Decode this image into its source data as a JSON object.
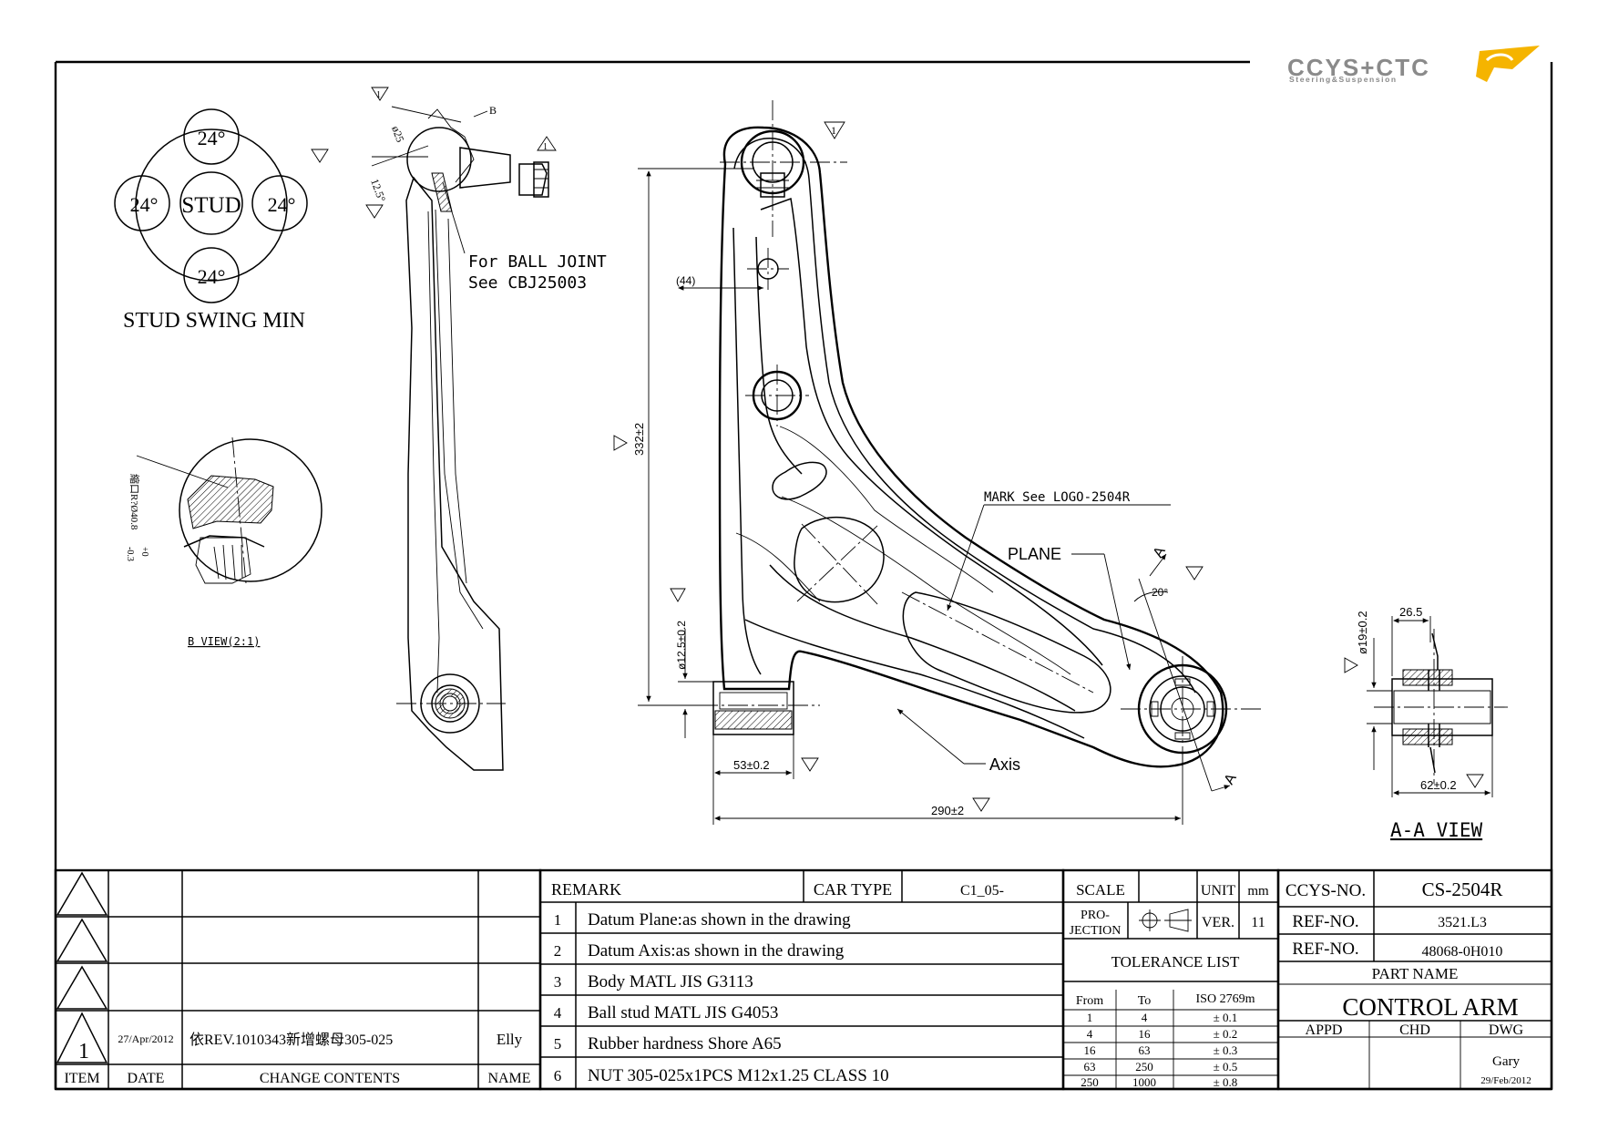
{
  "logo": {
    "brand": "CCYS+CTC",
    "tagline": "Steering&Suspension",
    "accent": "#f5b400",
    "gray": "#8a8a8a"
  },
  "stud_swing": {
    "center": "STUD",
    "values": [
      "24°",
      "24°",
      "24°",
      "24°"
    ],
    "caption": "STUD SWING MIN"
  },
  "datum_symbols": {
    "triangle_1": "1"
  },
  "side_view": {
    "dia": "ø25",
    "angle": "12.5°",
    "detail_ref": "B",
    "note_line1": "For BALL JOINT",
    "note_line2": "See CBJ25003"
  },
  "b_view": {
    "caption": "B VIEW(2:1)",
    "dim": "縮口R?Ø40.8",
    "tol_upper": "+0",
    "tol_lower": "-0.3"
  },
  "main_view": {
    "dim_44": "(44)",
    "dim_332": "332±2",
    "dim_12_5": "ø12.5±0.2",
    "dim_53": "53±0.2",
    "dim_290": "290±2",
    "angle_20": "20°",
    "section_letter": "A",
    "mark_note": "MARK See LOGO-2504R",
    "plane_label": "PLANE",
    "axis_label": "Axis"
  },
  "aa_view": {
    "caption": "A-A VIEW",
    "dim_19": "ø19±0.2",
    "dim_26_5": "26.5",
    "dim_62": "62±0.2"
  },
  "revision_table": {
    "rows": [
      {
        "rev": "",
        "date": "",
        "contents": "",
        "name": ""
      },
      {
        "rev": "",
        "date": "",
        "contents": "",
        "name": ""
      },
      {
        "rev": "",
        "date": "",
        "contents": "",
        "name": ""
      },
      {
        "rev": "1",
        "date": "27/Apr/2012",
        "contents": "依REV.1010343新增螺母305-025",
        "name": "Elly"
      }
    ],
    "headers": {
      "item": "ITEM",
      "date": "DATE",
      "contents": "CHANGE CONTENTS",
      "name": "NAME"
    }
  },
  "remarks": {
    "title": "REMARK",
    "car_type_label": "CAR TYPE",
    "car_type": "C1_05-",
    "items": [
      {
        "no": "1",
        "text": "Datum Plane:as shown in the drawing"
      },
      {
        "no": "2",
        "text": "Datum Axis:as shown in the drawing"
      },
      {
        "no": "3",
        "text": "Body MATL JIS G3113"
      },
      {
        "no": "4",
        "text": "Ball stud MATL JIS G4053"
      },
      {
        "no": "5",
        "text": "Rubber hardness Shore A65"
      },
      {
        "no": "6",
        "text": "NUT 305-025x1PCS M12x1.25 CLASS 10"
      }
    ]
  },
  "scale_block": {
    "scale_label": "SCALE",
    "unit_label": "UNIT",
    "unit": "mm",
    "projection_l1": "PRO-",
    "projection_l2": "JECTION",
    "ver_label": "VER.",
    "ver": "11",
    "tolerance_title": "TOLERANCE LIST",
    "tolerance_headers": [
      "From",
      "To",
      "ISO 2769m"
    ],
    "tolerance_rows": [
      [
        "1",
        "4",
        "± 0.1"
      ],
      [
        "4",
        "16",
        "± 0.2"
      ],
      [
        "16",
        "63",
        "± 0.3"
      ],
      [
        "63",
        "250",
        "± 0.5"
      ],
      [
        "250",
        "1000",
        "± 0.8"
      ]
    ]
  },
  "title_block": {
    "ccys_label": "CCYS-NO.",
    "ccys_no": "CS-2504R",
    "ref_label_1": "REF-NO.",
    "ref_no_1": "3521.L3",
    "ref_label_2": "REF-NO.",
    "ref_no_2": "48068-0H010",
    "part_name_label": "PART NAME",
    "part_name": "CONTROL ARM",
    "appd": "APPD",
    "chd": "CHD",
    "dwg": "DWG",
    "drawer": "Gary",
    "date": "29/Feb/2012"
  }
}
